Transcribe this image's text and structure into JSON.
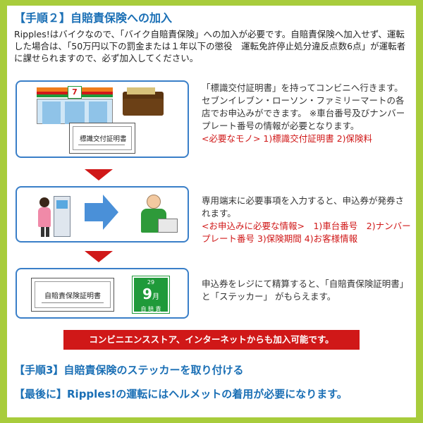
{
  "title": "【手順２】自賠責保険への加入",
  "intro": "Ripples!はバイクなので、「バイク自賠責保険」への加入が必要です。自賠責保険へ加入せず、運転した場合は、「50万円以下の罰金または１年以下の懲役　運転免許停止処分違反点数6点」が運転者に課せられますので、必ず加入してください。",
  "steps": [
    {
      "doc_label": "標識交付証明書",
      "store_sign": "7",
      "desc": "「標識交付証明書」を持ってコンビニへ行きます。 セブンイレブン・ローソン・ファミリーマートの各店でお申込みができます。 ※車台番号及びナンバープレート番号の情報が必要となります。",
      "desc_red": "<必要なモノ> 1)標識交付証明書 2)保険料"
    },
    {
      "desc": "専用端末に必要事項を入力すると、申込券が発券されます。",
      "desc_red": "<お申込みに必要な情報>　1)車台番号　2)ナンバープレート番号 3)保険期間 4)お客様情報"
    },
    {
      "doc_label": "自賠責保険証明書",
      "sticker_year": "29",
      "sticker_month": "9",
      "sticker_unit": "月",
      "sticker_text": "自 賠 責",
      "desc": "申込券をレジにて精算すると、「自賠責保険証明書」と「ステッカー」 がもらえます。"
    }
  ],
  "banner": "コンビニエンスストア、インターネットからも加入可能です。",
  "step3": "【手順3】自賠責保険のステッカーを取り付ける",
  "final": "【最後に】Ripples!の運転にはヘルメットの着用が必要になります。",
  "colors": {
    "background": "#a8cc3c",
    "accent_blue": "#1a6fb5",
    "accent_red": "#d01818",
    "box_border": "#3a7fc8"
  }
}
